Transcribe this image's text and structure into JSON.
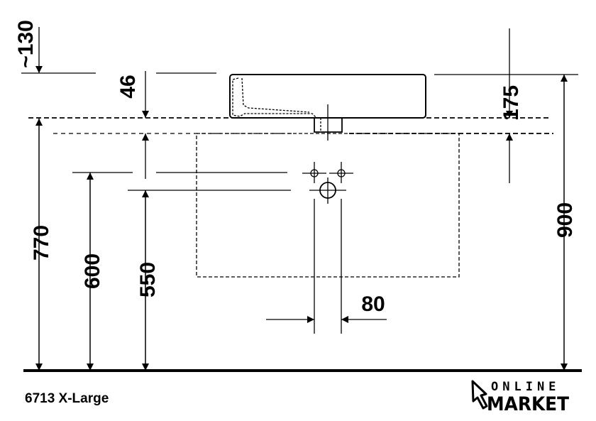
{
  "dimensions": {
    "top_offset": "~130",
    "rim_height": "46",
    "basin_height": "175",
    "counter_height": "770",
    "supply_height": "600",
    "drain_height": "550",
    "total_height": "900",
    "supply_spacing": "80"
  },
  "caption": "6713 X-Large",
  "logo": {
    "line1": "ONLINE",
    "line2": "MARKET"
  }
}
